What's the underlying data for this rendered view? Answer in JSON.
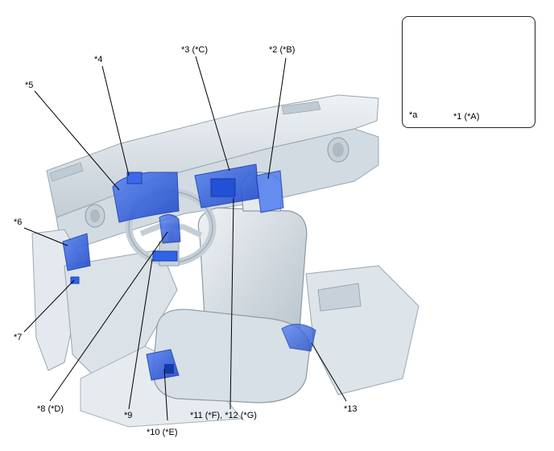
{
  "labels": {
    "l1": "*1 (*A)",
    "l2": "*2 (*B)",
    "l3": "*3 (*C)",
    "l4": "*4",
    "l5": "*5",
    "l6": "*6",
    "l7": "*7",
    "l8": "*8 (*D)",
    "l9": "*9",
    "l10": "*10 (*E)",
    "l11": "*11 (*F), *12 (*G)",
    "l13": "*13",
    "la": "*a"
  },
  "colors": {
    "highlight": "#2f63e8",
    "highlight_dark": "#1a3fb0",
    "interior": "#dfe6ec",
    "interior_shade": "#b9c4cd",
    "line": "#000000"
  }
}
